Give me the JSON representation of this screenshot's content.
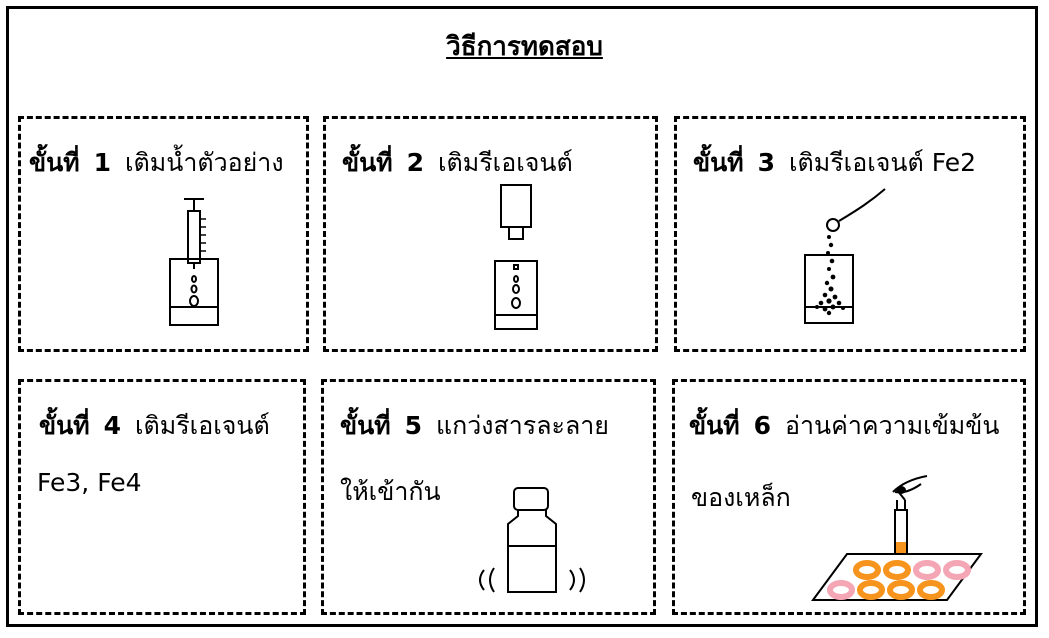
{
  "title": "วิธีการทดสอบ",
  "steps": [
    {
      "label": "ขั้นที่",
      "number": "1",
      "text": "เติมน้ำตัวอย่าง",
      "subtext": ""
    },
    {
      "label": "ขั้นที่",
      "number": "2",
      "text": "เติมรีเอเจนต์",
      "subtext": ""
    },
    {
      "label": "ขั้นที่",
      "number": "3",
      "text": "เติมรีเอเจนต์ Fe2",
      "subtext": ""
    },
    {
      "label": "ขั้นที่",
      "number": "4",
      "text": "เติมรีเอเจนต์",
      "subtext": "Fe3, Fe4"
    },
    {
      "label": "ขั้นที่",
      "number": "5",
      "text": "แกว่งสารละลาย",
      "subtext": "ให้เข้ากัน"
    },
    {
      "label": "ขั้นที่",
      "number": "6",
      "text": "อ่านค่าความเข้มข้น",
      "subtext": "ของเหล็ก"
    }
  ],
  "colors": {
    "ring_orange": "#f7941d",
    "ring_pink": "#f4a6b4",
    "liquid_orange": "#f7941d"
  },
  "icons": [
    "syringe-icon",
    "dropper-bottle-icon",
    "spoon-icon",
    "shaking-bottle-icon",
    "eye-icon",
    "color-chart-icon"
  ]
}
